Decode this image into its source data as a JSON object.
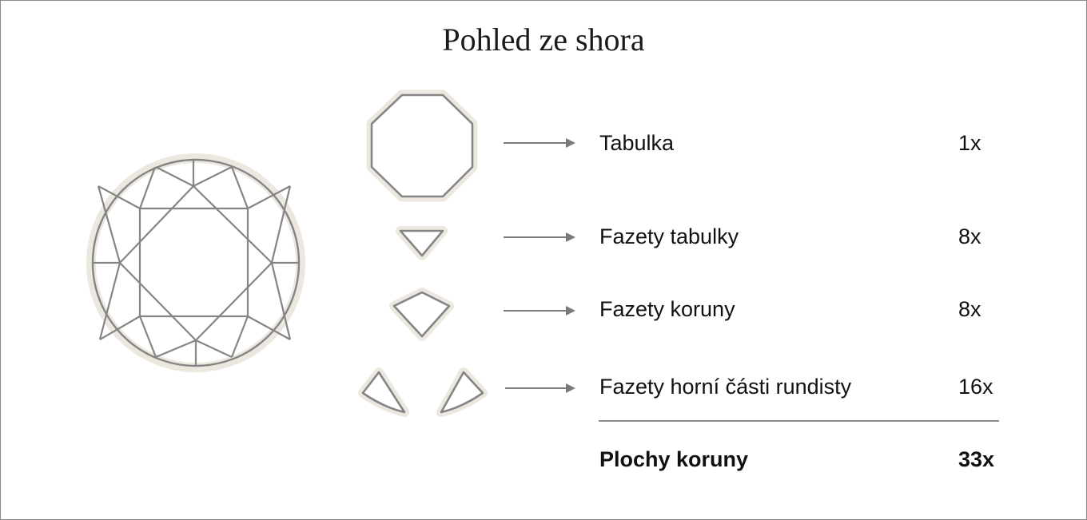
{
  "title": "Pohled ze shora",
  "rows": [
    {
      "label": "Tabulka",
      "count": "1x"
    },
    {
      "label": "Fazety tabulky",
      "count": "8x"
    },
    {
      "label": "Fazety koruny",
      "count": "8x"
    },
    {
      "label": "Fazety horní části rundisty",
      "count": "16x"
    }
  ],
  "total": {
    "label": "Plochy koruny",
    "count": "33x"
  },
  "colors": {
    "outline": "#858585",
    "halo": "#ede8df",
    "arrow": "#7a7a7a",
    "text": "#111111"
  }
}
